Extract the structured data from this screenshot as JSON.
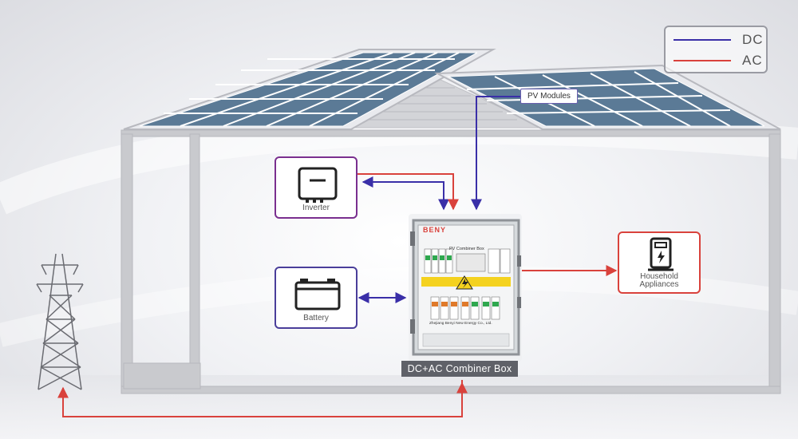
{
  "legend": {
    "items": [
      {
        "label": "DC",
        "color": "#3a2fa8"
      },
      {
        "label": "AC",
        "color": "#d9423c"
      }
    ]
  },
  "nodes": {
    "pv_modules": "PV Modules",
    "inverter": "Inverter",
    "battery": "Battery",
    "household": "Household Appliances",
    "combiner_box": "DC+AC Combiner Box"
  },
  "combiner_panel": {
    "brand": "BENY",
    "title": "PV Combiner Box",
    "maker": "Zhejiang Benyi New Energy Co., Ltd."
  },
  "colors": {
    "dc": "#3a2fa8",
    "ac": "#d9423c",
    "inverter_border": "#7a2f8f",
    "battery_border": "#4a3e9a",
    "household_border": "#d9423c",
    "solar_panel": "#5b7a96",
    "structure": "#c7c8cc"
  },
  "icons": [
    "inverter-icon",
    "battery-icon",
    "ev-charger-icon",
    "transmission-tower-icon"
  ]
}
